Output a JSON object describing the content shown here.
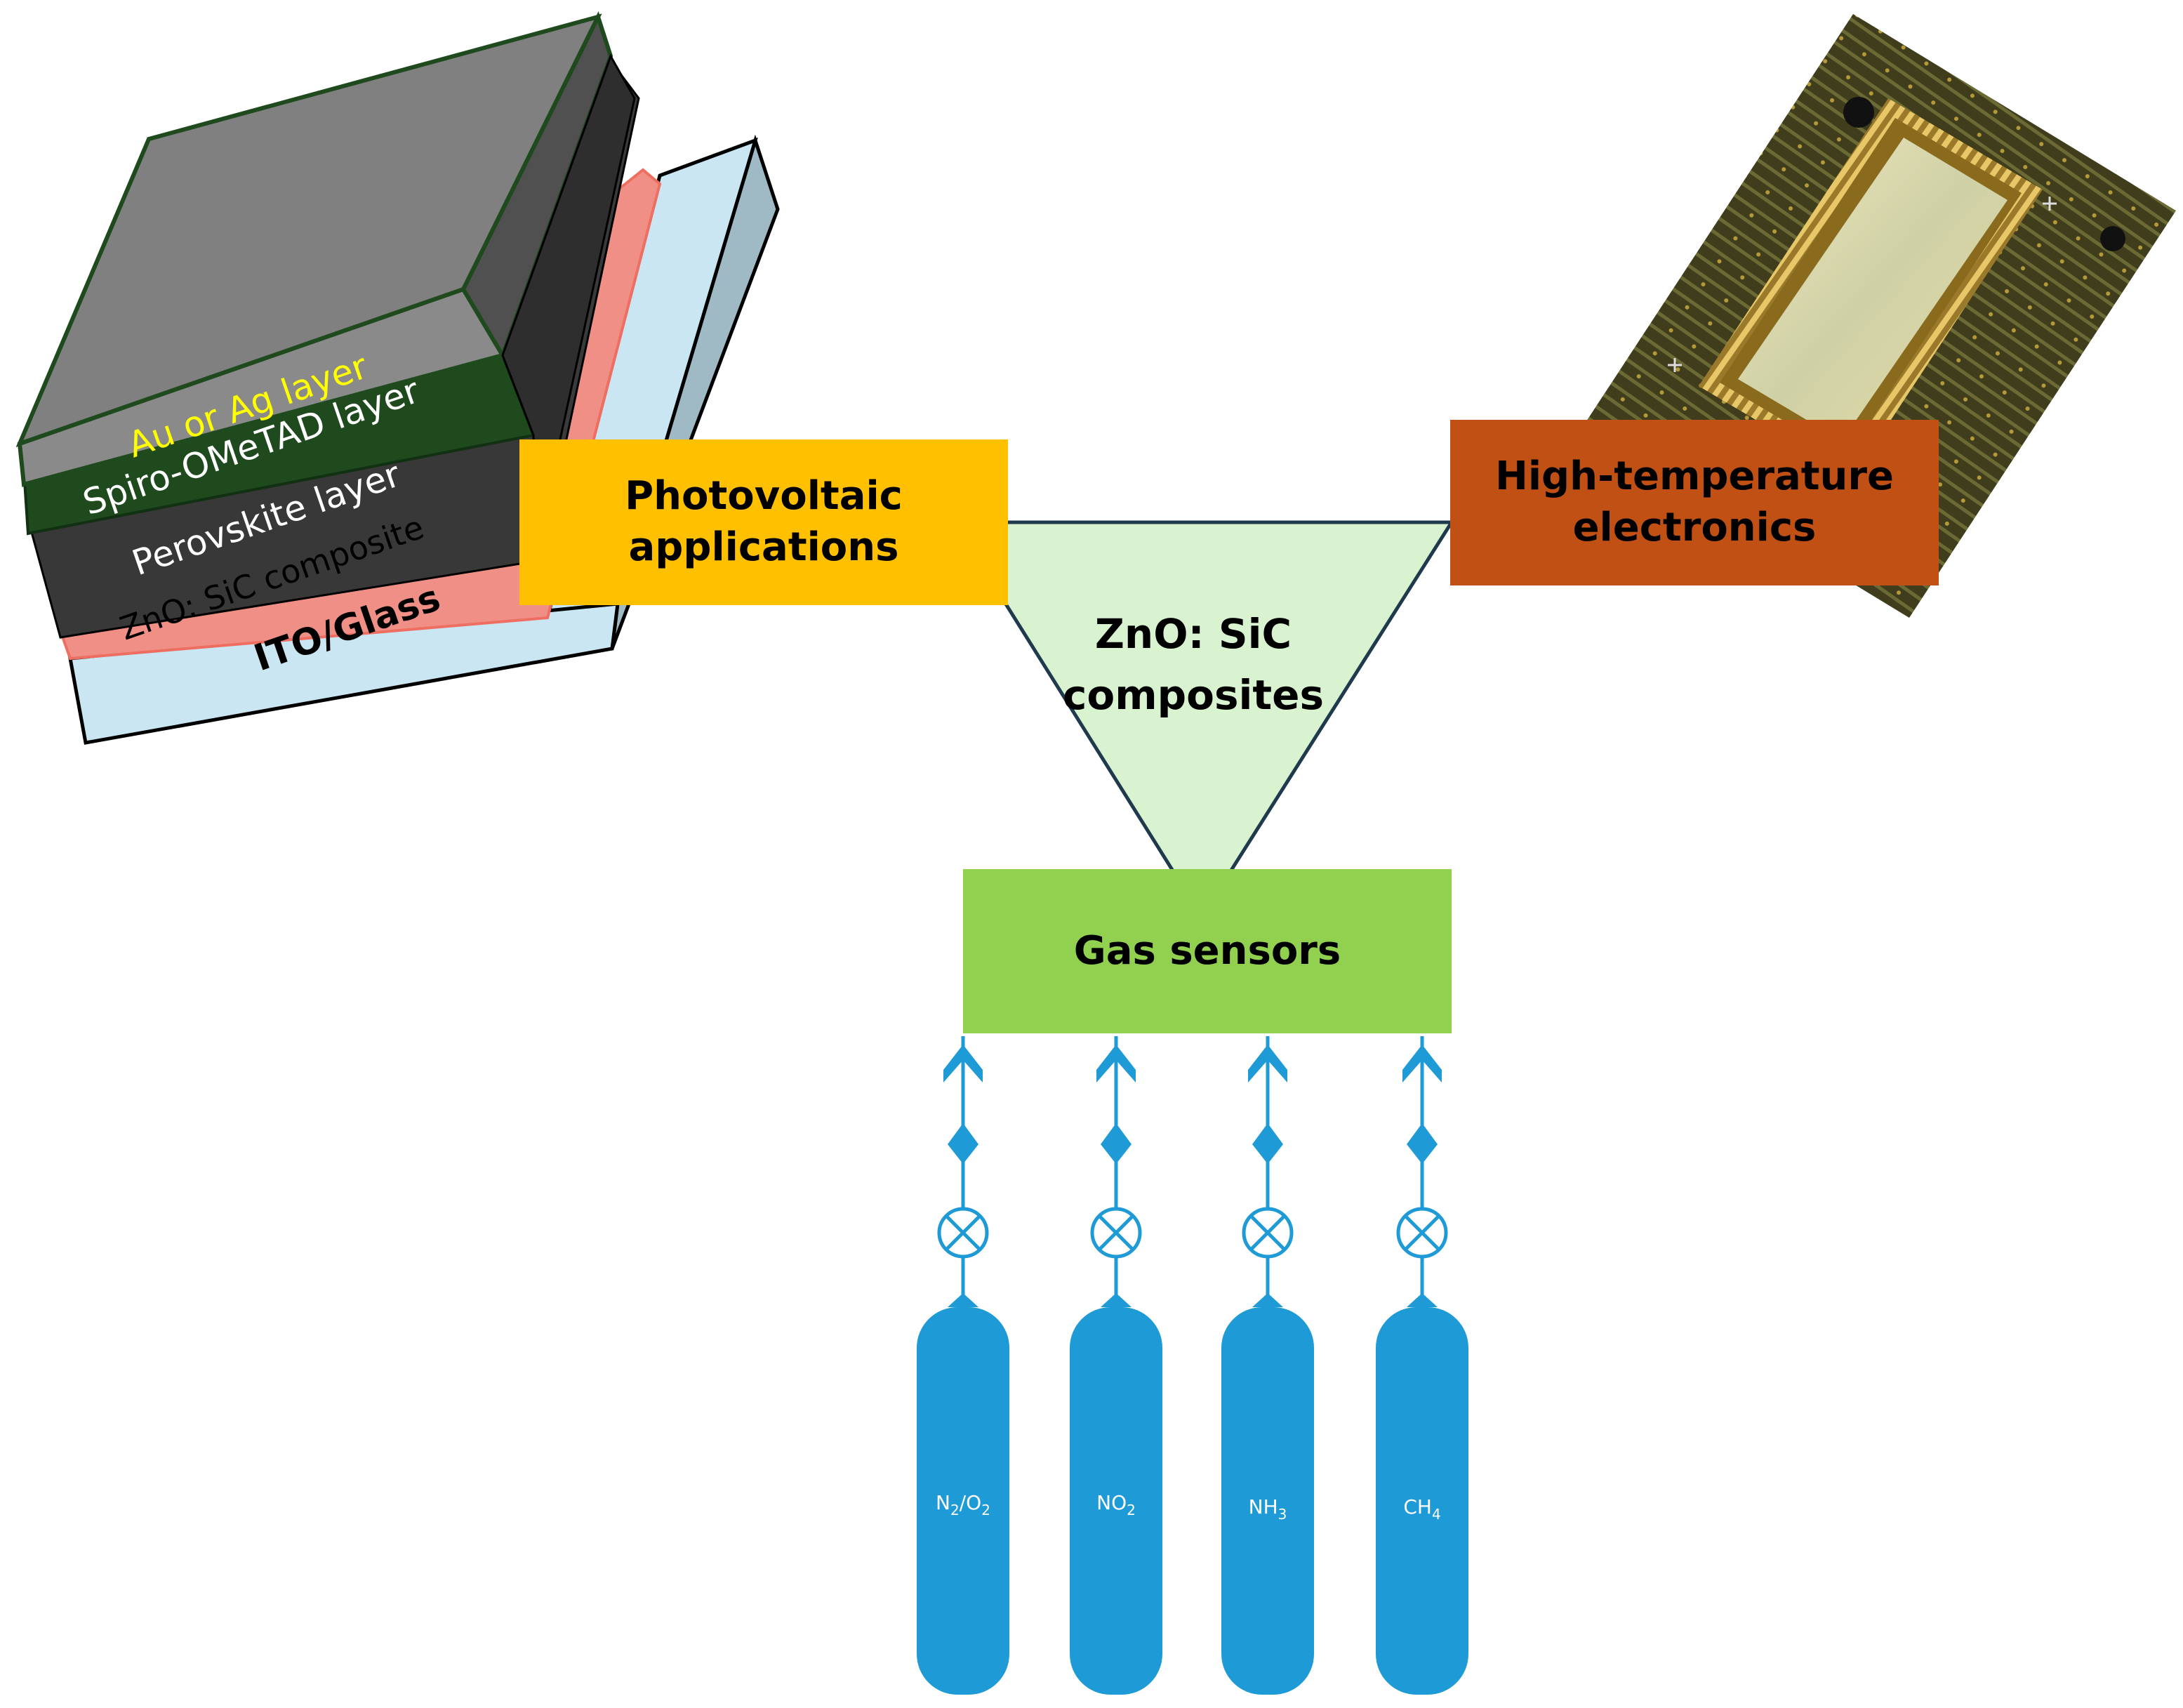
{
  "center": {
    "line1": "ZnO: SiC",
    "line2": "composites"
  },
  "applications": {
    "photovoltaic": {
      "line1": "Photovoltaic",
      "line2": "applications"
    },
    "high_temperature": {
      "line1": "High-temperature",
      "line2": "electronics"
    },
    "gas_sensors": {
      "label": "Gas sensors"
    }
  },
  "device_stack": {
    "layers": [
      {
        "label": "Au or Ag layer",
        "color": "#ffff00"
      },
      {
        "label": "Spiro-OMeTAD layer",
        "color": "#ffffff"
      },
      {
        "label": "Perovskite layer",
        "color": "#ffffff"
      },
      {
        "label": "ZnO: SiC composite",
        "color": "#000000"
      },
      {
        "label": "ITO/Glass",
        "color": "#000000"
      }
    ]
  },
  "gas_cylinders": [
    {
      "formula": "N",
      "sub1": "2",
      "mid": "/O",
      "sub2": "2"
    },
    {
      "formula": "NO",
      "sub1": "2",
      "mid": "",
      "sub2": ""
    },
    {
      "formula": "NH",
      "sub1": "3",
      "mid": "",
      "sub2": ""
    },
    {
      "formula": "CH",
      "sub1": "4",
      "mid": "",
      "sub2": ""
    }
  ],
  "colors": {
    "triangle_fill": "#d9f2d0",
    "triangle_stroke": "#1f3a4d",
    "photovoltaic_box": "#ffc000",
    "high_temperature_box": "#c05013",
    "gas_sensors_box": "#92d050",
    "cylinder": "#1e9ad6"
  }
}
